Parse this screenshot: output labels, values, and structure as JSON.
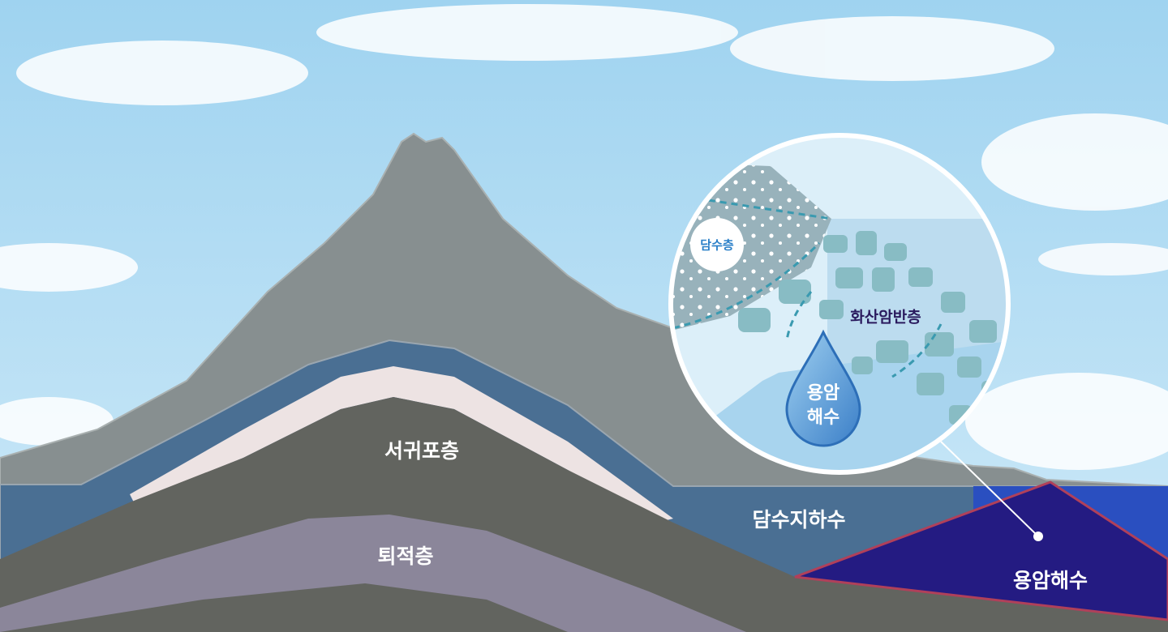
{
  "labels": {
    "seogwipo": "서귀포층",
    "sediment": "퇴적층",
    "fresh_groundwater": "담수지하수",
    "lava_seawater": "용암해수"
  },
  "inset": {
    "aquifer": "담수층",
    "volcanic_bedrock": "화산암반층",
    "drop_line1": "용암",
    "drop_line2": "해수"
  },
  "colors": {
    "mountain": "#878f90",
    "freshwater": "#4a6f93",
    "seogwipo": "#62645f",
    "sediment": "#8b869a",
    "lava_seawater": "#241b82",
    "outline": "#b0405a",
    "inset_text": "#2a1a5e"
  }
}
